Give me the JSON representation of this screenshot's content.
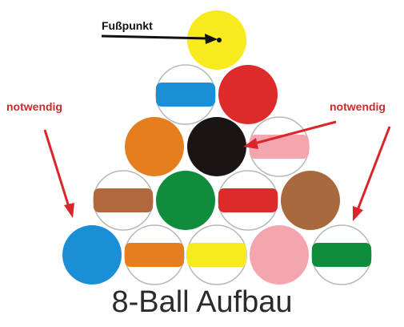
{
  "labels": {
    "foot_spot": "Fußpunkt",
    "required_left": "notwendig",
    "required_right": "notwendig"
  },
  "caption": "8-Ball Aufbau",
  "colors": {
    "ball_outline": "#b8b8b8",
    "arrow_black": "#111111",
    "arrow_red": "#d8262b",
    "label_red": "#cc2b2b",
    "caption": "#2b2b2b"
  },
  "rows": [
    [
      {
        "type": "solid",
        "color": "#f7ea1e",
        "name": "yellow-solid-ball"
      }
    ],
    [
      {
        "type": "stripe",
        "color": "#1b8fd6",
        "name": "blue-stripe-ball"
      },
      {
        "type": "solid",
        "color": "#dd2a2a",
        "name": "red-solid-ball"
      }
    ],
    [
      {
        "type": "solid",
        "color": "#e57e1f",
        "name": "orange-solid-ball"
      },
      {
        "type": "solid",
        "color": "#1a1414",
        "name": "black-eight-ball"
      },
      {
        "type": "stripe",
        "color": "#f3a6ae",
        "name": "pink-stripe-ball"
      }
    ],
    [
      {
        "type": "stripe",
        "color": "#b0683c",
        "name": "brown-stripe-ball"
      },
      {
        "type": "solid",
        "color": "#0f8c3c",
        "name": "green-solid-ball"
      },
      {
        "type": "stripe",
        "color": "#dd2a2a",
        "name": "red-stripe-ball"
      },
      {
        "type": "solid",
        "color": "#a86a3c",
        "name": "brown-solid-ball"
      }
    ],
    [
      {
        "type": "solid",
        "color": "#1b8fd6",
        "name": "blue-solid-ball"
      },
      {
        "type": "stripe",
        "color": "#e57e1f",
        "name": "orange-stripe-ball"
      },
      {
        "type": "stripe",
        "color": "#f7ea1e",
        "name": "yellow-stripe-ball"
      },
      {
        "type": "solid",
        "color": "#f3a6ae",
        "name": "pink-solid-ball"
      },
      {
        "type": "stripe",
        "color": "#0f8c3c",
        "name": "green-stripe-ball"
      }
    ]
  ]
}
